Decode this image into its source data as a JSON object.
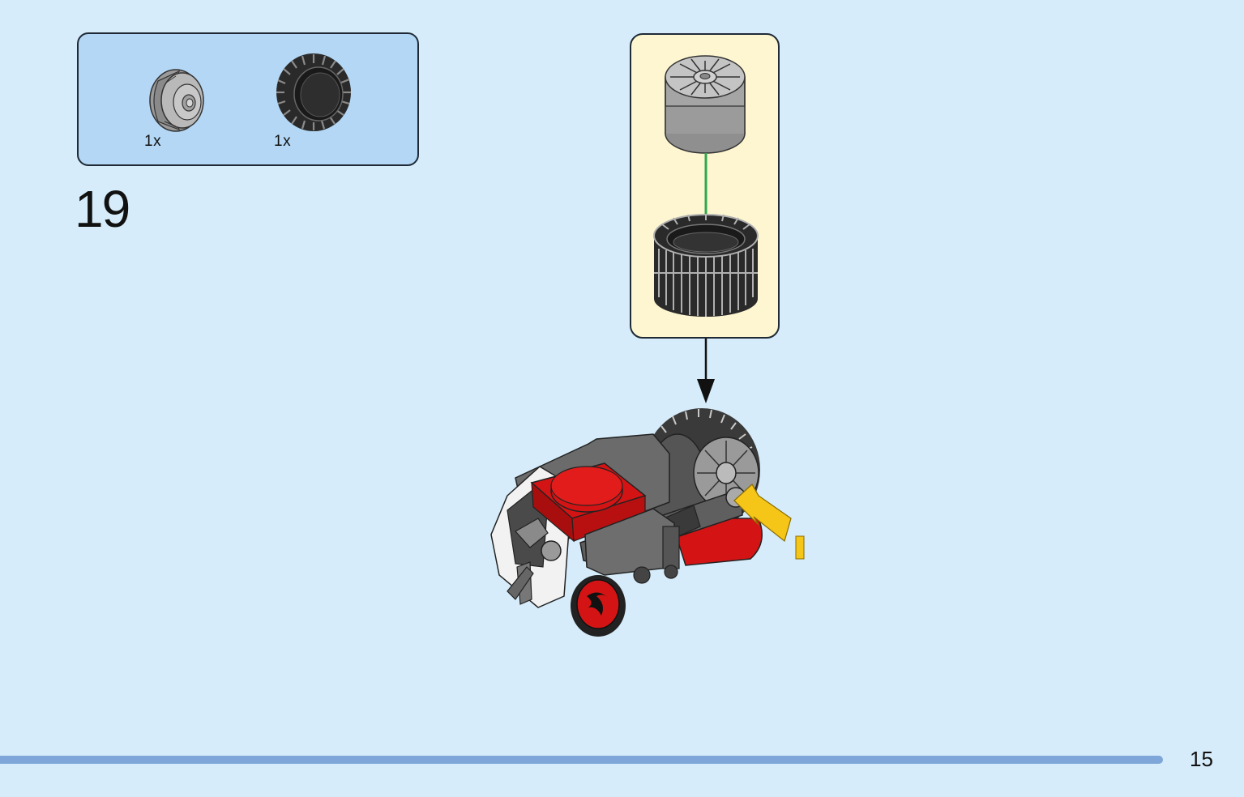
{
  "parts_list": {
    "items": [
      {
        "part": "wheel-rim-light-gray",
        "quantity": "1x"
      },
      {
        "part": "tire-black",
        "quantity": "1x"
      }
    ]
  },
  "step": {
    "number": "19"
  },
  "callout": {
    "parts": [
      "wheel-rim-light-gray",
      "tire-black"
    ],
    "arrow_color": "#2fa84f"
  },
  "footer": {
    "page_number": "15",
    "bar_color": "#7ea6d8"
  },
  "colors": {
    "background": "#d6ecfa",
    "parts_box": "#b3d7f5",
    "callout_bg": "#fdf6d0",
    "model_red": "#d41414",
    "attach_arrow": "#f5c518"
  }
}
